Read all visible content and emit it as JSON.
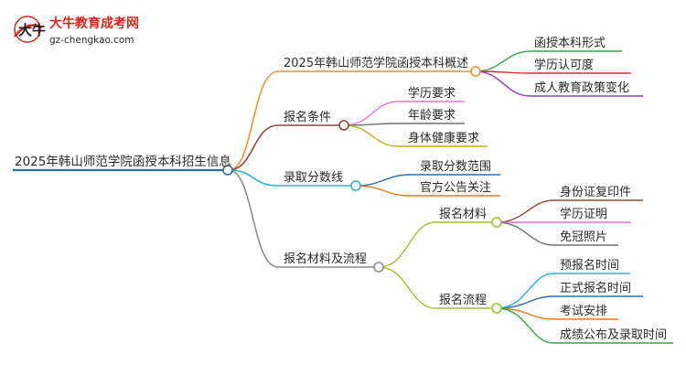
{
  "logo": {
    "name": "大牛教育成考网",
    "url": "gz-chengkao.com",
    "mark_chars": "大牛"
  },
  "root": {
    "label": "2025年韩山师范学院函授本科招生信息"
  },
  "branches": [
    {
      "label": "2025年韩山师范学院函授本科概述",
      "color": "#f0932b",
      "children": [
        {
          "label": "函授本科形式",
          "color": "#2eaa3f"
        },
        {
          "label": "学历认可度",
          "color": "#d62f2f"
        },
        {
          "label": "成人教育政策变化",
          "color": "#8e3fb5"
        }
      ]
    },
    {
      "label": "报名条件",
      "color": "#8e4a3c",
      "children": [
        {
          "label": "学历要求",
          "color": "#ee6fd8"
        },
        {
          "label": "年龄要求",
          "color": "#6f7075"
        },
        {
          "label": "身体健康要求",
          "color": "#b8b322"
        }
      ]
    },
    {
      "label": "录取分数线",
      "color": "#22b7cf",
      "children": [
        {
          "label": "录取分数范围",
          "color": "#2f6fb0"
        },
        {
          "label": "官方公告关注",
          "color": "#ef7a1e"
        }
      ]
    },
    {
      "label": "报名材料及流程",
      "color": "#8c8c8c",
      "children": [
        {
          "label": "报名材料",
          "color": "#a6bf2a",
          "children": [
            {
              "label": "身份证复印件",
              "color": "#8e4a3c"
            },
            {
              "label": "学历证明",
              "color": "#ee6fd8"
            },
            {
              "label": "免冠照片",
              "color": "#6f7075"
            }
          ]
        },
        {
          "label": "报名流程",
          "color": "#a6bf2a",
          "children": [
            {
              "label": "预报名时间",
              "color": "#22b7cf"
            },
            {
              "label": "正式报名时间",
              "color": "#2f6fb0"
            },
            {
              "label": "考试安排",
              "color": "#ef7a1e"
            },
            {
              "label": "成绩公布及录取时间",
              "color": "#2eaa3f"
            }
          ]
        }
      ]
    }
  ]
}
